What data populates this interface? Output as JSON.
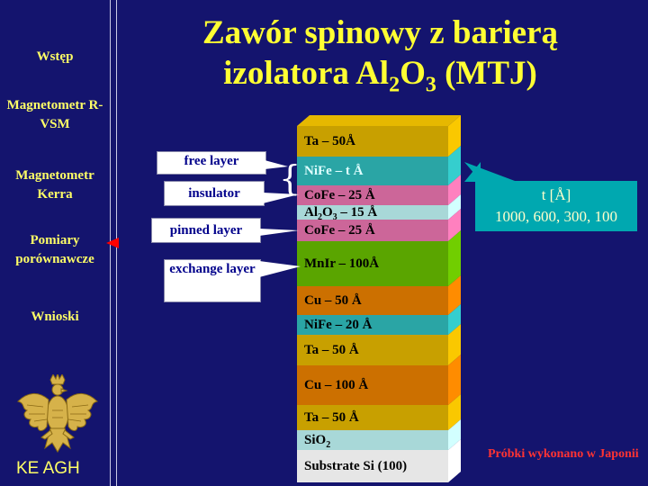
{
  "nav": {
    "items": [
      {
        "label": "Wstęp"
      },
      {
        "label": "Magnetometr R-VSM"
      },
      {
        "label": "Magnetometr Kerra"
      },
      {
        "label": "Pomiary porównawcze"
      },
      {
        "label": "Wnioski"
      }
    ],
    "footer": "KE AGH"
  },
  "title": {
    "line1": "Zawór spinowy z barierą",
    "line2_prefix": "izolatora Al",
    "line2_sub1": "2",
    "line2_mid": "O",
    "line2_sub2": "3",
    "line2_suffix": " (MTJ)"
  },
  "layers": [
    {
      "label": "Ta – 50Å",
      "color": "#c8a000"
    },
    {
      "label": "NiFe – t Å",
      "color": "#2aa5a5",
      "text_color": "#e0ffff"
    },
    {
      "label": "CoFe – 25 Å",
      "color": "#cc6699"
    },
    {
      "label_prefix": "Al",
      "label_sub1": "2",
      "label_mid": "O",
      "label_sub2": "3",
      "label_suffix": " – 15 Å",
      "color": "#a8d8d8"
    },
    {
      "label": "CoFe – 25 Å",
      "color": "#cc6699"
    },
    {
      "label": "MnIr – 100Å",
      "color": "#5aa500"
    },
    {
      "label": "Cu – 50 Å",
      "color": "#cc7000"
    },
    {
      "label": "NiFe – 20 Å",
      "color": "#2aa5a5"
    },
    {
      "label": "Ta – 50 Å",
      "color": "#c8a000"
    },
    {
      "label": "Cu – 100 Å",
      "color": "#cc7000"
    },
    {
      "label": "Ta – 50 Å",
      "color": "#c8a000"
    },
    {
      "label_prefix": "SiO",
      "label_sub1": "2",
      "color": "#a8d8d8"
    },
    {
      "label": "Substrate Si (100)",
      "color": "#e6e6e6"
    }
  ],
  "callouts": {
    "free_layer": "free layer",
    "insulator": "insulator",
    "pinned_layer": "pinned layer",
    "exchange_layer": "exchange layer"
  },
  "thickness_box": {
    "line1": "t [Å]",
    "line2": "1000, 600, 300, 100"
  },
  "note": "Próbki wykonano w Japonii",
  "colors": {
    "background": "#14146e",
    "title": "#ffff33",
    "nav_text": "#ffff66",
    "note": "#ff3333",
    "arrow": "#ff0000"
  }
}
